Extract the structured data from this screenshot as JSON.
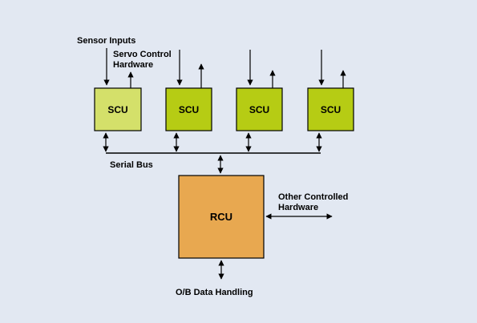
{
  "labels": {
    "sensor_inputs": "Sensor Inputs",
    "servo_control_line1": "Servo Control",
    "servo_control_line2": "Hardware",
    "serial_bus": "Serial Bus",
    "other_controlled_line1": "Other Controlled",
    "other_controlled_line2": "Hardware",
    "ob_data_handling": "O/B Data Handling"
  },
  "scu_units": [
    {
      "label": "SCU"
    },
    {
      "label": "SCU"
    },
    {
      "label": "SCU"
    },
    {
      "label": "SCU"
    }
  ],
  "rcu": {
    "label": "RCU"
  },
  "colors": {
    "background": "#e2e8f2",
    "scu_first": "#d4e06a",
    "scu": "#b6cc14",
    "rcu": "#e8a850",
    "line": "#000000"
  }
}
